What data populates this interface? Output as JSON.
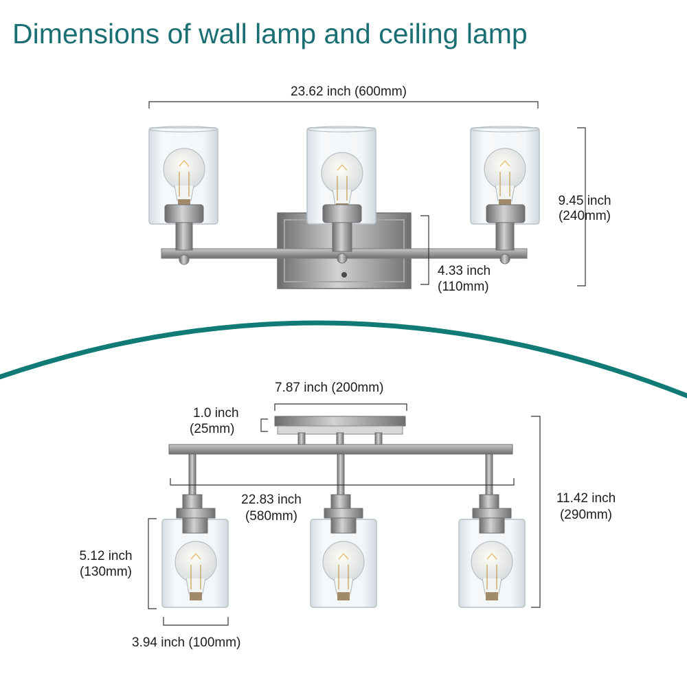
{
  "title": "Dimensions of wall lamp and ceiling lamp",
  "colors": {
    "title": "#1a6f73",
    "divider_arc": "#0f7a76",
    "dimension_lines": "#333333",
    "metal": "#8f8f91",
    "glass": "#e9eef2"
  },
  "wall_lamp": {
    "width": "23.62 inch (600mm)",
    "height_inch": "9.45 inch",
    "height_mm": "(240mm)",
    "backplate_inch": "4.33 inch",
    "backplate_mm": "(110mm)"
  },
  "ceiling_lamp": {
    "canopy_width": "7.87 inch (200mm)",
    "canopy_depth_inch": "1.0 inch",
    "canopy_depth_mm": "(25mm)",
    "bar_width_inch": "22.83 inch",
    "bar_width_mm": "(580mm)",
    "total_height_inch": "11.42 inch",
    "total_height_mm": "(290mm)",
    "shade_height_inch": "5.12 inch",
    "shade_height_mm": "(130mm)",
    "shade_width": "3.94 inch (100mm)"
  }
}
